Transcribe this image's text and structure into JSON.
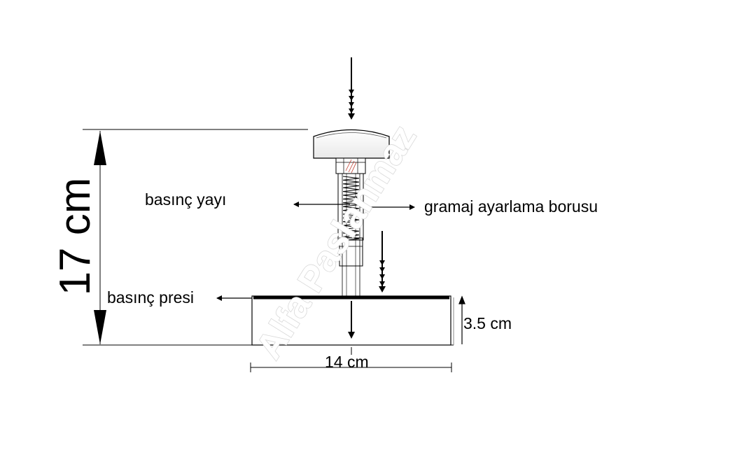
{
  "labels": {
    "spring": "basınç yayı",
    "tube": "gramaj  ayarlama borusu",
    "press": "basınç presi",
    "height_total": "17 cm",
    "height_base": "3.5 cm",
    "width_base": "14 cm"
  },
  "watermark": "Alfa Paslanmaz",
  "colors": {
    "line": "#000000",
    "spring_accent": "#c0392b",
    "watermark_stroke": "#d8d8d8"
  }
}
